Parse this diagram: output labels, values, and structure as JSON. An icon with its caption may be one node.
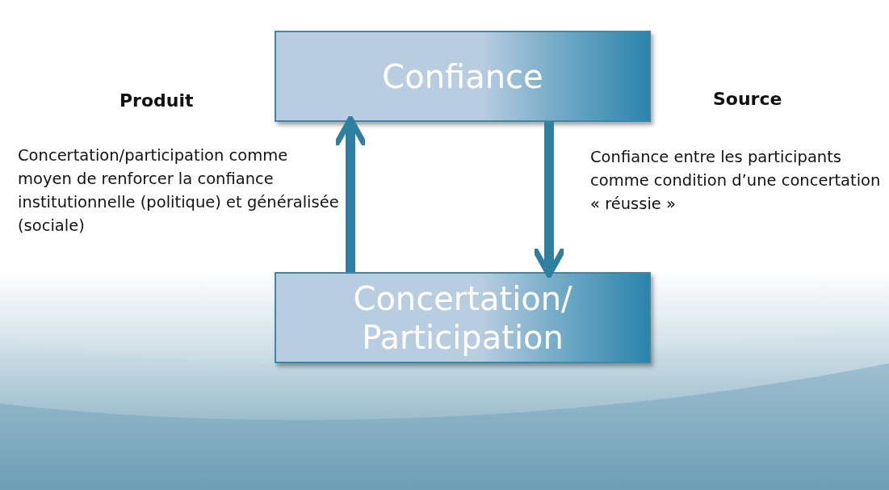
{
  "diagram": {
    "nodes": [
      {
        "text": [
          "Confiance"
        ]
      },
      {
        "text": [
          "Concertation/ Participation"
        ]
      }
    ],
    "edges": [
      {
        "from": 1,
        "to": 0,
        "arrow": "to"
      },
      {
        "from": 0,
        "to": 1,
        "arrow": "to"
      }
    ],
    "labels": [
      "Produit",
      "Source",
      "Concertation/participation comme moyen de renforcer la confiance institutionnelle (politique) et généralisée (sociale)",
      "Confiance entre les participants comme condition d’une concertation « réussie »"
    ]
  }
}
